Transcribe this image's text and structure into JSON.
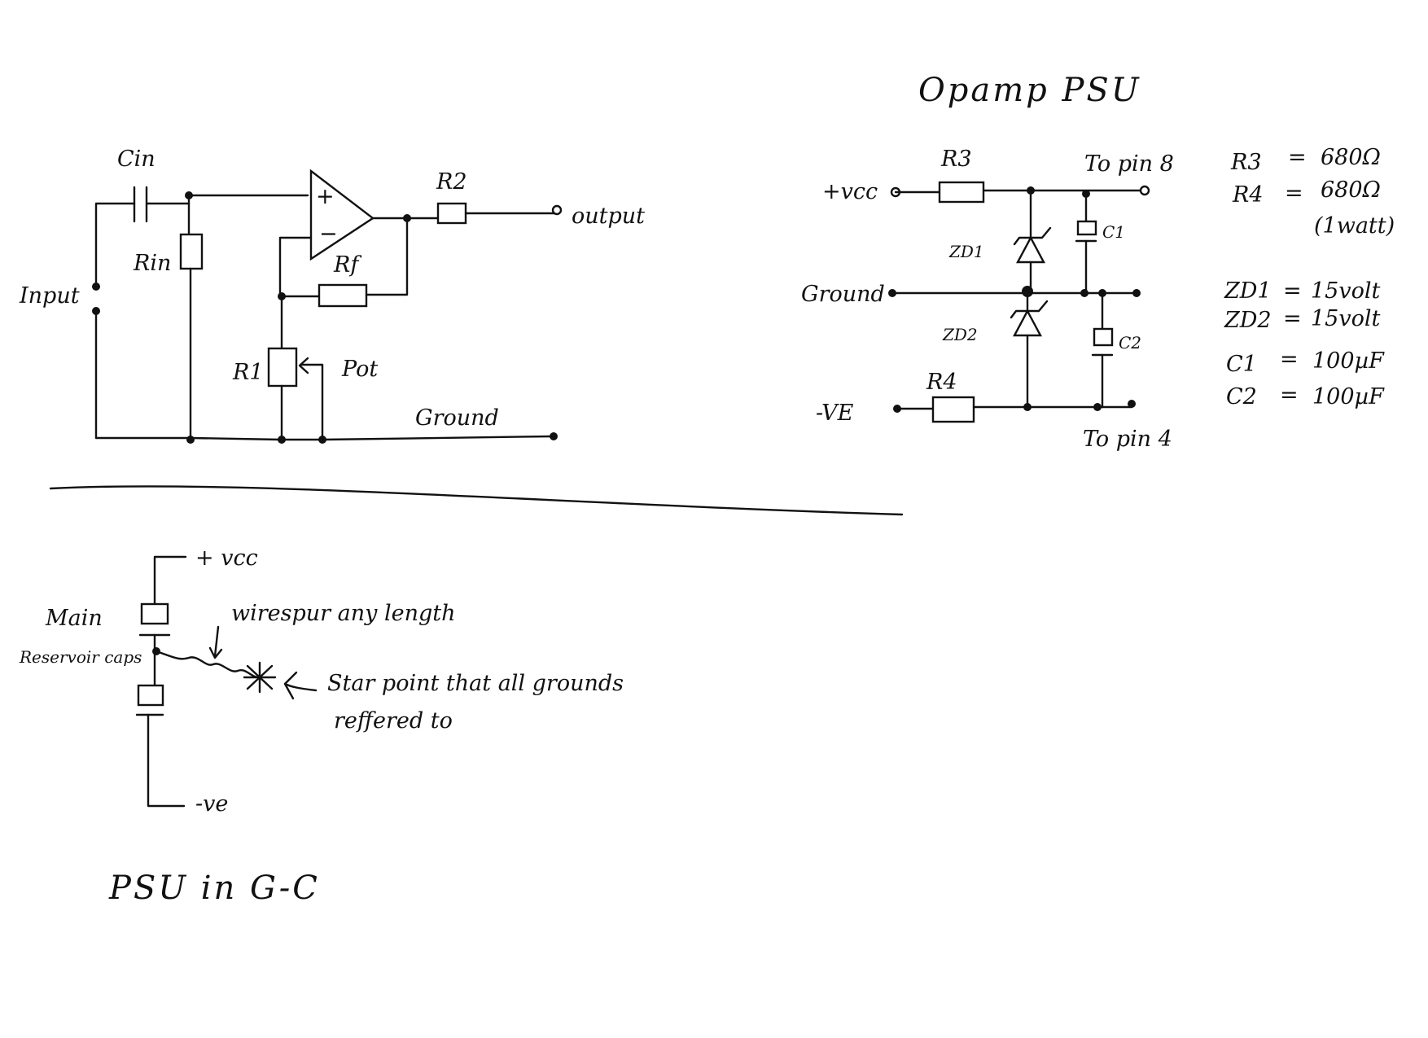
{
  "amp": {
    "cin": "Cin",
    "rin": "Rin",
    "input": "Input",
    "r2": "R2",
    "output": "output",
    "plus": "+",
    "minus": "−",
    "rf": "Rf",
    "r1": "R1",
    "pot": "Pot",
    "ground": "Ground"
  },
  "psu": {
    "title": "Opamp PSU",
    "vcc": "+vcc",
    "ground": "Ground",
    "ve": "-VE",
    "r3": "R3",
    "r4": "R4",
    "zd1": "ZD1",
    "zd2": "ZD2",
    "c1": "C1",
    "c2": "C2",
    "to_pin8": "To pin 8",
    "to_pin4": "To pin 4"
  },
  "values": [
    {
      "name": "R3",
      "eq": "=",
      "value": "680Ω"
    },
    {
      "name": "R4",
      "eq": "=",
      "value": "680Ω"
    },
    {
      "name": "",
      "eq": "",
      "value": "(1watt)"
    },
    {
      "name": "ZD1",
      "eq": "=",
      "value": "15volt"
    },
    {
      "name": "ZD2",
      "eq": "=",
      "value": "15volt"
    },
    {
      "name": "C1",
      "eq": "=",
      "value": "100µF"
    },
    {
      "name": "C2",
      "eq": "=",
      "value": "100µF"
    }
  ],
  "gc": {
    "vcc": "+ vcc",
    "main": "Main",
    "reservoir": "Reservoir caps",
    "wire_spur": "wirespur any length",
    "star_line1": "Star point that all grounds",
    "star_line2": "reffered to",
    "ve": "-ve",
    "title": "PSU in G-C"
  }
}
